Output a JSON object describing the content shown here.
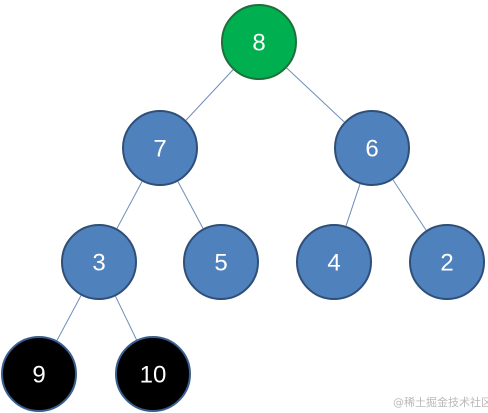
{
  "colors": {
    "root_fill": "#00b050",
    "root_stroke": "#1f6f3a",
    "internal_fill": "#4f81bd",
    "internal_stroke": "#2f4f78",
    "leaf_fill": "#000000",
    "leaf_stroke": "#3a5f8f",
    "edge": "#6f8fb8",
    "label": "#ffffff"
  },
  "tree": {
    "nodes": [
      {
        "id": "n8",
        "label": "8",
        "kind": "root"
      },
      {
        "id": "n7",
        "label": "7",
        "kind": "internal"
      },
      {
        "id": "n6",
        "label": "6",
        "kind": "internal"
      },
      {
        "id": "n3",
        "label": "3",
        "kind": "internal"
      },
      {
        "id": "n5",
        "label": "5",
        "kind": "internal"
      },
      {
        "id": "n4",
        "label": "4",
        "kind": "internal"
      },
      {
        "id": "n2",
        "label": "2",
        "kind": "internal"
      },
      {
        "id": "n9",
        "label": "9",
        "kind": "leaf"
      },
      {
        "id": "n10",
        "label": "10",
        "kind": "leaf"
      }
    ],
    "edges": [
      [
        "n8",
        "n7"
      ],
      [
        "n8",
        "n6"
      ],
      [
        "n7",
        "n3"
      ],
      [
        "n7",
        "n5"
      ],
      [
        "n6",
        "n4"
      ],
      [
        "n6",
        "n2"
      ],
      [
        "n3",
        "n9"
      ],
      [
        "n3",
        "n10"
      ]
    ]
  },
  "watermark": "@稀土掘金技术社区"
}
